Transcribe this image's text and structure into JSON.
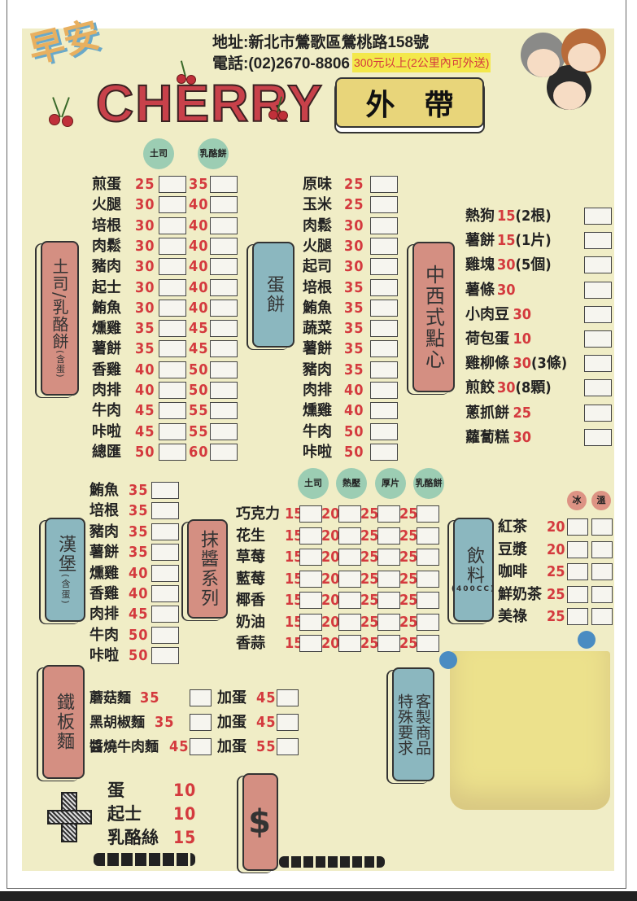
{
  "header": {
    "logo_morning": "早安",
    "logo_brand": "CHERRY",
    "address": "地址:新北市鶯歌區鶯桃路158號",
    "phone": "電話:(02)2670-8806",
    "delivery_note": "300元以上(2公里內可外送)",
    "takeout": "外　帶"
  },
  "toast": {
    "label": "土司/乳酪餅",
    "label_note": "(含蛋)",
    "col_headers": [
      "土司",
      "乳酪餅"
    ],
    "items": [
      [
        "煎蛋",
        "25",
        "35"
      ],
      [
        "火腿",
        "30",
        "40"
      ],
      [
        "培根",
        "30",
        "40"
      ],
      [
        "肉鬆",
        "30",
        "40"
      ],
      [
        "豬肉",
        "30",
        "40"
      ],
      [
        "起士",
        "30",
        "40"
      ],
      [
        "鮪魚",
        "30",
        "40"
      ],
      [
        "燻雞",
        "35",
        "45"
      ],
      [
        "薯餅",
        "35",
        "45"
      ],
      [
        "香雞",
        "40",
        "50"
      ],
      [
        "肉排",
        "40",
        "50"
      ],
      [
        "牛肉",
        "45",
        "55"
      ],
      [
        "咔啦",
        "45",
        "55"
      ],
      [
        "總匯",
        "50",
        "60"
      ]
    ]
  },
  "egg_pancake": {
    "label": "蛋餅",
    "items": [
      [
        "原味",
        "25"
      ],
      [
        "玉米",
        "25"
      ],
      [
        "肉鬆",
        "30"
      ],
      [
        "火腿",
        "30"
      ],
      [
        "起司",
        "30"
      ],
      [
        "培根",
        "35"
      ],
      [
        "鮪魚",
        "35"
      ],
      [
        "蔬菜",
        "35"
      ],
      [
        "薯餅",
        "35"
      ],
      [
        "豬肉",
        "35"
      ],
      [
        "肉排",
        "40"
      ],
      [
        "燻雞",
        "40"
      ],
      [
        "牛肉",
        "50"
      ],
      [
        "咔啦",
        "50"
      ]
    ]
  },
  "dim_sum": {
    "label": "中西式點心",
    "items": [
      [
        "熱狗",
        "15",
        "(2根)"
      ],
      [
        "薯餅",
        "15",
        "(1片)"
      ],
      [
        "雞塊",
        "30",
        "(5個)"
      ],
      [
        "薯條",
        "30",
        ""
      ],
      [
        "小肉豆",
        "30",
        ""
      ],
      [
        "荷包蛋",
        "10",
        ""
      ],
      [
        "雞柳條",
        "30",
        "(3條)"
      ],
      [
        "煎餃",
        "30",
        "(8顆)"
      ],
      [
        "蔥抓餅",
        "25",
        ""
      ],
      [
        "蘿蔔糕",
        "30",
        ""
      ]
    ]
  },
  "burger": {
    "label": "漢堡",
    "label_note": "(含蛋)",
    "items": [
      [
        "鮪魚",
        "35"
      ],
      [
        "培根",
        "35"
      ],
      [
        "豬肉",
        "35"
      ],
      [
        "薯餅",
        "35"
      ],
      [
        "燻雞",
        "40"
      ],
      [
        "香雞",
        "40"
      ],
      [
        "肉排",
        "45"
      ],
      [
        "牛肉",
        "50"
      ],
      [
        "咔啦",
        "50"
      ]
    ]
  },
  "spread": {
    "label": "抹醬系列",
    "col_headers": [
      "土司",
      "熱壓",
      "厚片",
      "乳酪餅"
    ],
    "items": [
      [
        "巧克力",
        "15",
        "20",
        "25",
        "25"
      ],
      [
        "花生",
        "15",
        "20",
        "25",
        "25"
      ],
      [
        "草莓",
        "15",
        "20",
        "25",
        "25"
      ],
      [
        "藍莓",
        "15",
        "20",
        "25",
        "25"
      ],
      [
        "椰香",
        "15",
        "20",
        "25",
        "25"
      ],
      [
        "奶油",
        "15",
        "20",
        "25",
        "25"
      ],
      [
        "香蒜",
        "15",
        "20",
        "25",
        "25"
      ]
    ]
  },
  "drinks": {
    "label": "飲料",
    "label_note": "(400CC)",
    "col_headers": [
      "冰",
      "溫"
    ],
    "items": [
      [
        "紅茶",
        "20"
      ],
      [
        "豆漿",
        "20"
      ],
      [
        "咖啡",
        "25"
      ],
      [
        "鮮奶茶",
        "25"
      ],
      [
        "美祿",
        "25"
      ]
    ]
  },
  "iron_plate": {
    "label": "鐵板麵",
    "items": [
      [
        "蘑菇麵",
        "35",
        "加蛋",
        "45"
      ],
      [
        "黑胡椒麵",
        "35",
        "加蛋",
        "45"
      ],
      [
        "醬燒牛肉麵",
        "45",
        "加蛋",
        "55"
      ]
    ]
  },
  "custom": {
    "label_a": "客製商品",
    "label_b": "特殊要求"
  },
  "extras": {
    "items": [
      [
        "蛋",
        "10"
      ],
      [
        "起士",
        "10"
      ],
      [
        "乳酪絲",
        "15"
      ]
    ]
  },
  "total": {
    "symbol": "$"
  },
  "colors": {
    "background": "#f0edc6",
    "price": "#d43a3e",
    "pink_label": "#d48f82",
    "blue_label": "#8bb7bf",
    "green_badge": "#9ccdb3"
  }
}
